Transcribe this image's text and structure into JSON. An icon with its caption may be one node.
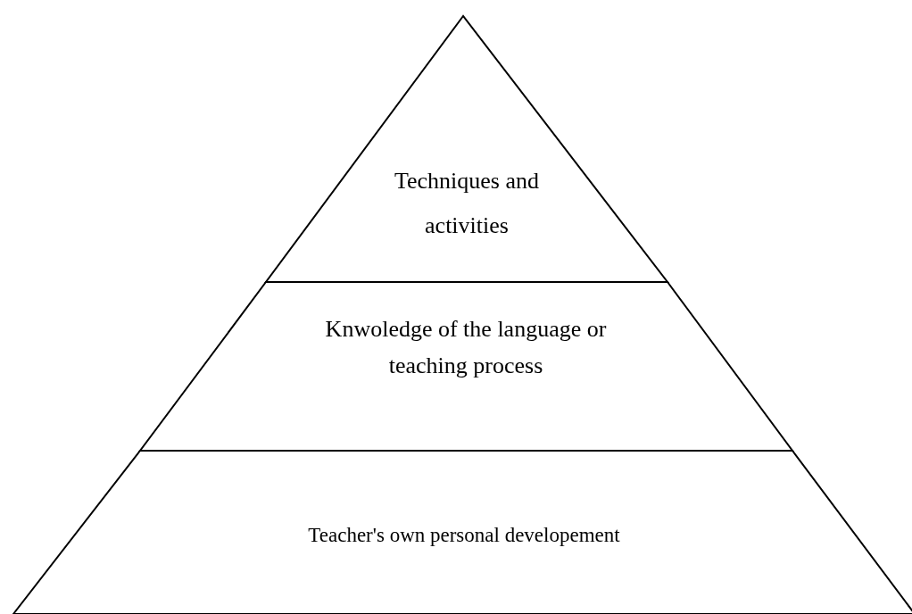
{
  "diagram": {
    "nodes": [
      {
        "text": [
          "Techniques and activities"
        ]
      },
      {
        "text": [
          "Knwoledge of the language or teaching process"
        ]
      },
      {
        "text": [
          "Teacher's own personal developement"
        ]
      }
    ]
  }
}
